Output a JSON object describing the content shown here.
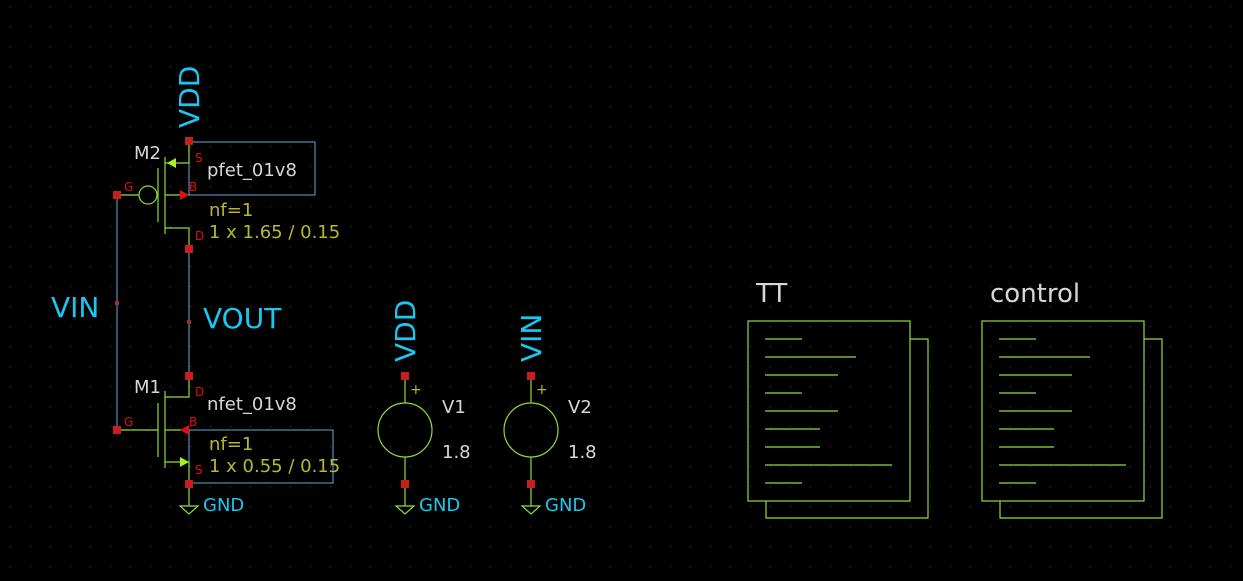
{
  "colors": {
    "background": "#000000",
    "net_label": "#19c8f0",
    "device_text": "#d7d7d7",
    "param_text": "#b8b830",
    "pin_text": "#e01010",
    "device_outline": "#8fdc3c",
    "wire": "#68a8d8",
    "terminal": "#c81e1e"
  },
  "nets": {
    "vdd": "VDD",
    "vin": "VIN",
    "vout": "VOUT",
    "gnd": "GND"
  },
  "m2": {
    "name": "M2",
    "model": "pfet_01v8",
    "nf": "nf=1",
    "size": "1 x 1.65 / 0.15",
    "pins": {
      "s": "S",
      "g": "G",
      "b": "B",
      "d": "D"
    }
  },
  "m1": {
    "name": "M1",
    "model": "nfet_01v8",
    "nf": "nf=1",
    "size": "1 x 0.55 / 0.15",
    "pins": {
      "d": "D",
      "g": "G",
      "b": "B",
      "s": "S"
    }
  },
  "v1": {
    "name": "V1",
    "value": "1.8",
    "plus": "+",
    "net": "VDD",
    "gnd": "GND"
  },
  "v2": {
    "name": "V2",
    "value": "1.8",
    "plus": "+",
    "net": "VIN",
    "gnd": "GND"
  },
  "blocks": [
    {
      "title": "TT",
      "icon": "code-block-icon"
    },
    {
      "title": "control",
      "icon": "code-block-icon"
    }
  ]
}
